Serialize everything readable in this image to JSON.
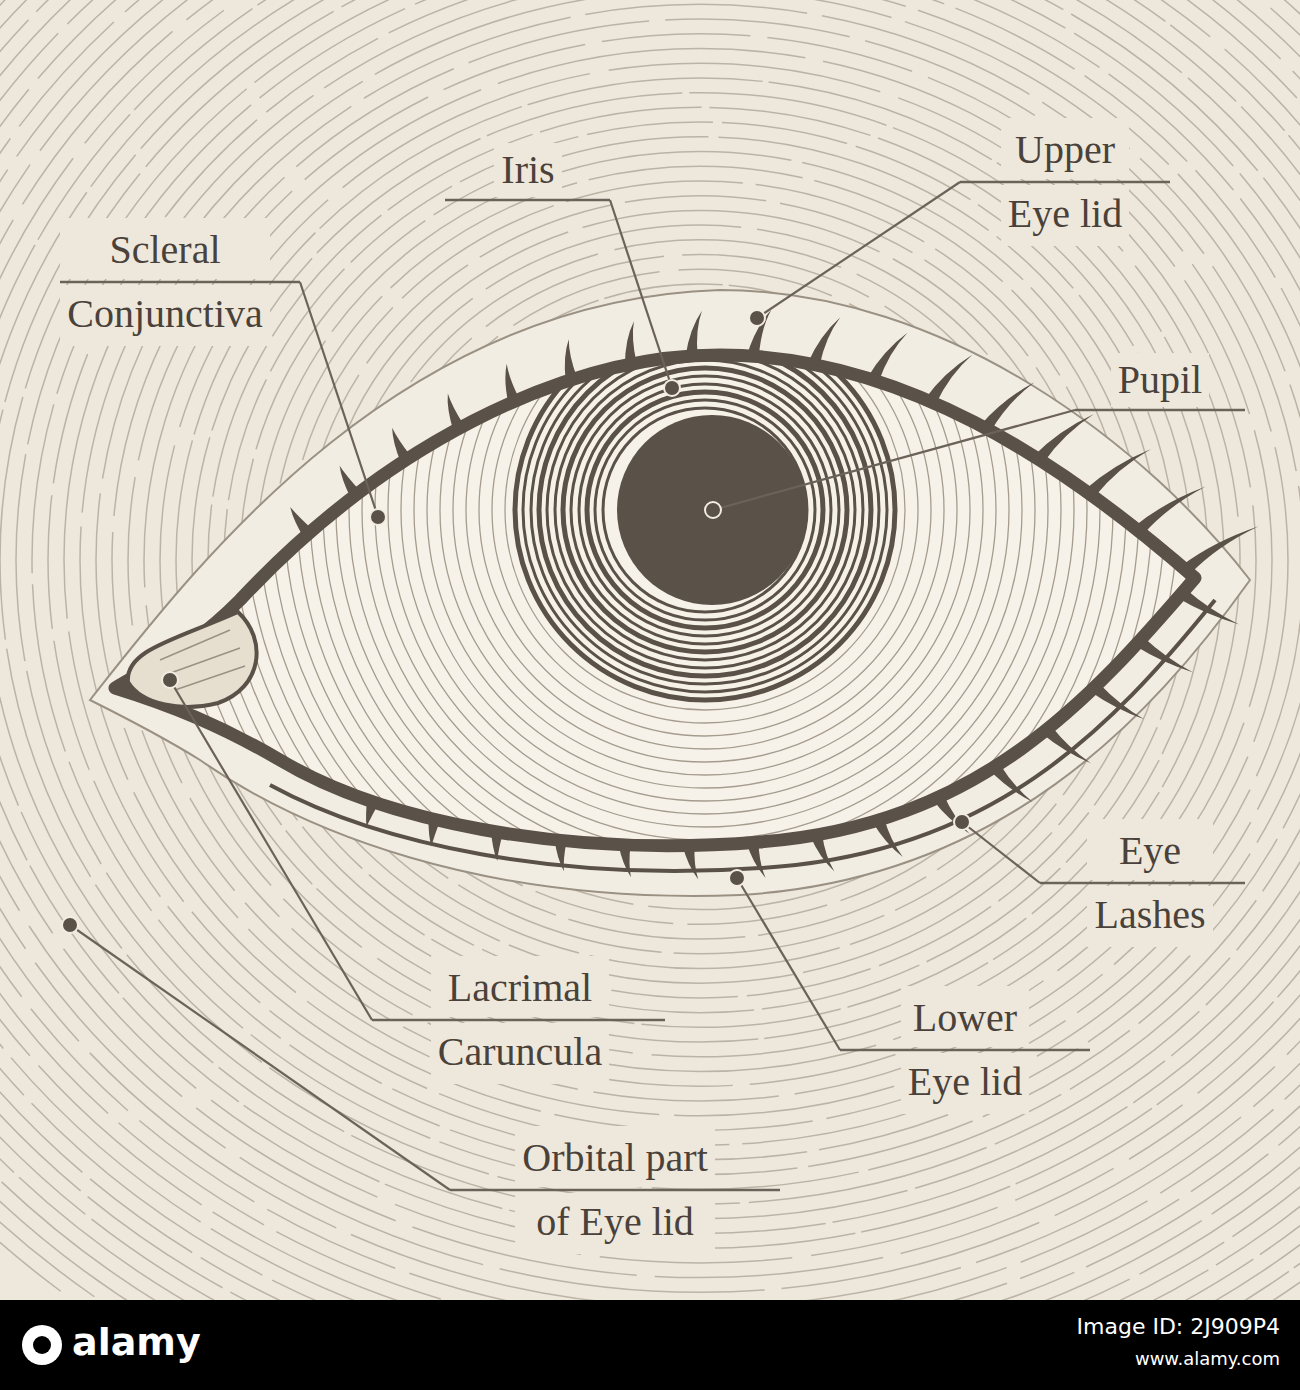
{
  "diagram": {
    "labels": [
      "Iris",
      "Upper Eye lid",
      "Scleral Conjunctiva",
      "Pupil",
      "Eye Lashes",
      "Lacrimal Caruncula",
      "Lower Eye lid",
      "Orbital part of Eye lid",
      "alamy",
      "Image ID: 2J909P4",
      "www.alamy.com"
    ]
  }
}
